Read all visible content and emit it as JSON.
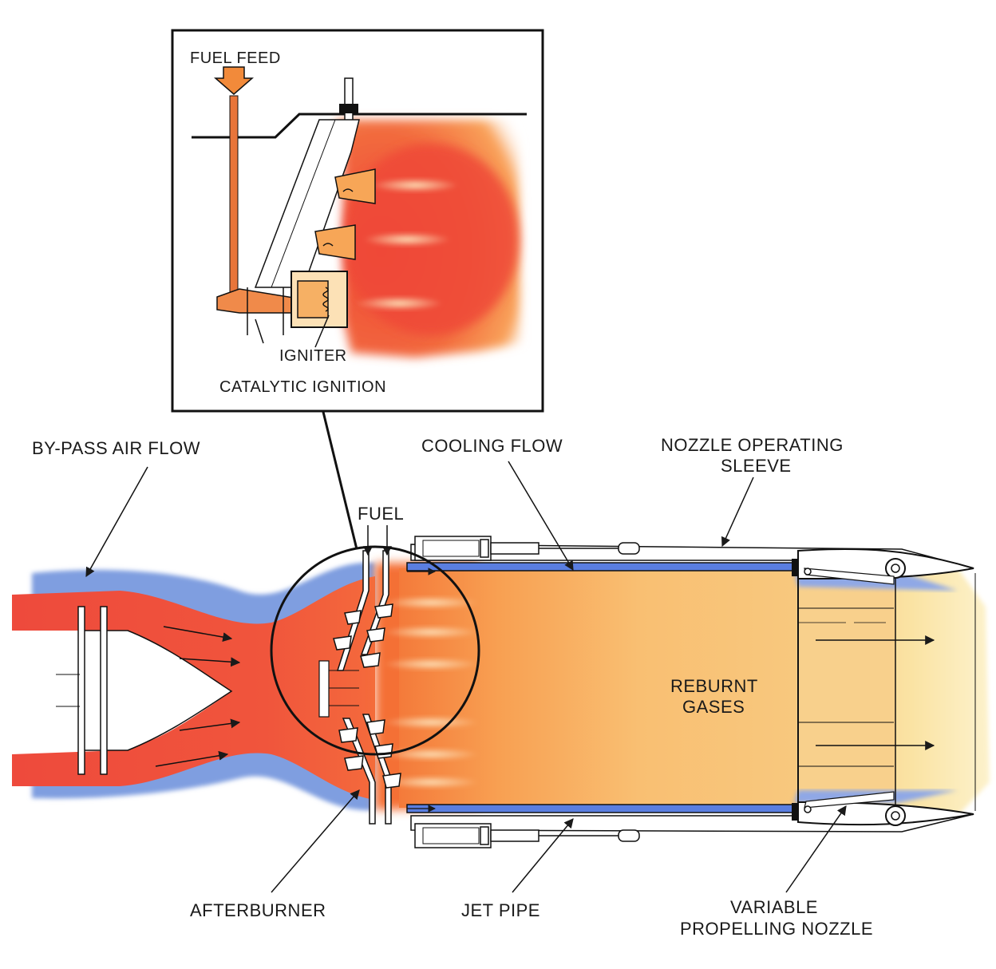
{
  "inset": {
    "fuel_feed": "FUEL FEED",
    "igniter": "IGNITER",
    "caption": "CATALYTIC IGNITION"
  },
  "labels": {
    "bypass_air_flow": "BY-PASS AIR FLOW",
    "cooling_flow": "COOLING FLOW",
    "nozzle_operating_line1": "NOZZLE  OPERATING",
    "nozzle_operating_line2": "SLEEVE",
    "fuel": "FUEL",
    "reburnt_line1": "REBURNT",
    "reburnt_line2": "GASES",
    "afterburner": "AFTERBURNER",
    "jet_pipe": "JET PIPE",
    "variable_line1": "VARIABLE",
    "variable_line2": "PROPELLING NOZZLE"
  },
  "colors": {
    "hot_core": "#ef4a3a",
    "flame": "#f7943c",
    "reburnt": "#f8c27a",
    "exhaust": "#fbeab0",
    "bypass_air": "#7e9ee0",
    "metal": "#ffffff",
    "line": "#1a1a1a"
  }
}
